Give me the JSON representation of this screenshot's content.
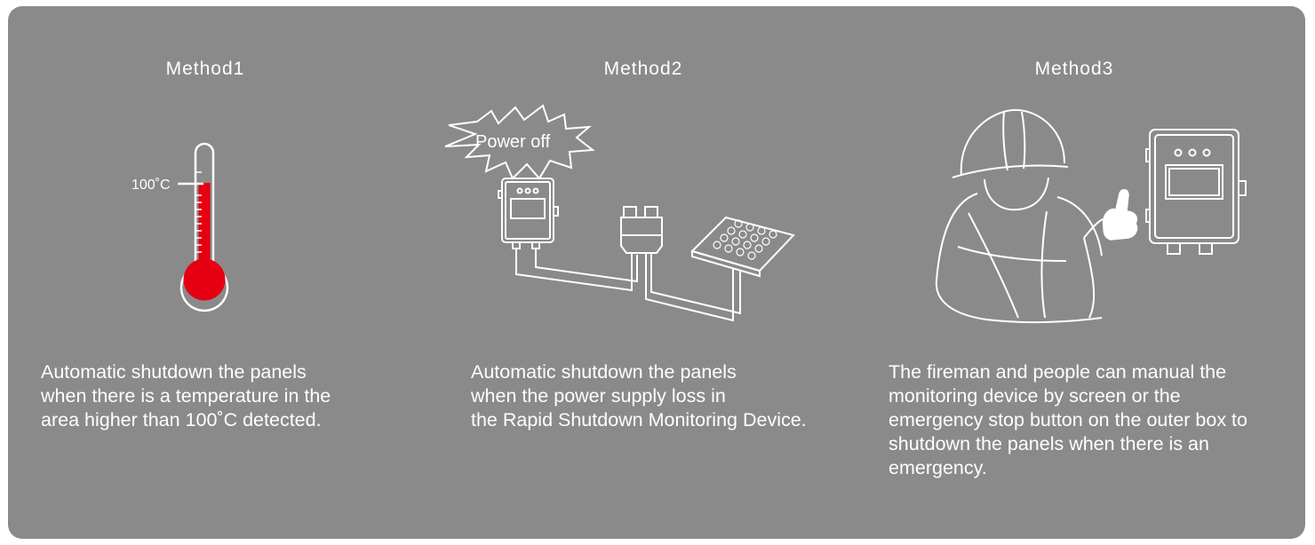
{
  "methods": [
    {
      "title": "Method1",
      "temp_label": "100˚C",
      "description": "Automatic shutdown the panels\nwhen there is a temperature in the\narea higher than 100˚C  detected."
    },
    {
      "title": "Method2",
      "burst_label": "Power off",
      "description": "Automatic shutdown the panels\nwhen the power supply loss in\nthe Rapid Shutdown Monitoring Device."
    },
    {
      "title": "Method3",
      "description": "The fireman and people can manual the\nmonitoring device by screen or the\nemergency stop button on the outer box to\nshutdown the panels when there is an\nemergency."
    }
  ],
  "colors": {
    "background": "#8a8a8a",
    "mercury": "#e60012",
    "outline": "#ffffff"
  }
}
